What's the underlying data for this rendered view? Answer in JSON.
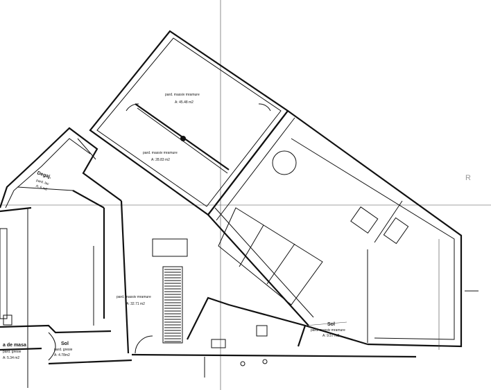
{
  "plan": {
    "rooms": [
      {
        "name_text": "pard. massiv mramure",
        "area_text": "A: 45.48 m2"
      },
      {
        "name_text": "pard. massiv mramure",
        "area_text": "A: 28.83 m2"
      },
      {
        "title": "Degaj.",
        "name_text": "pard. lac",
        "area_text": "A: 6 m2"
      },
      {
        "name_text": "pard. massiv mramure",
        "area_text": "A: 32.71 m2"
      },
      {
        "title": "Sol",
        "name_text": "pard. gresie",
        "area_text": "A: 4.78m2"
      },
      {
        "title": "a de masa",
        "name_text": "pard. gresie",
        "area_text": "A: 5.34 m2"
      },
      {
        "title": "Sol",
        "name_text": "pard. massiv mramure",
        "area_text": "A: 9.57 m2"
      }
    ],
    "margin_mark": "R"
  }
}
